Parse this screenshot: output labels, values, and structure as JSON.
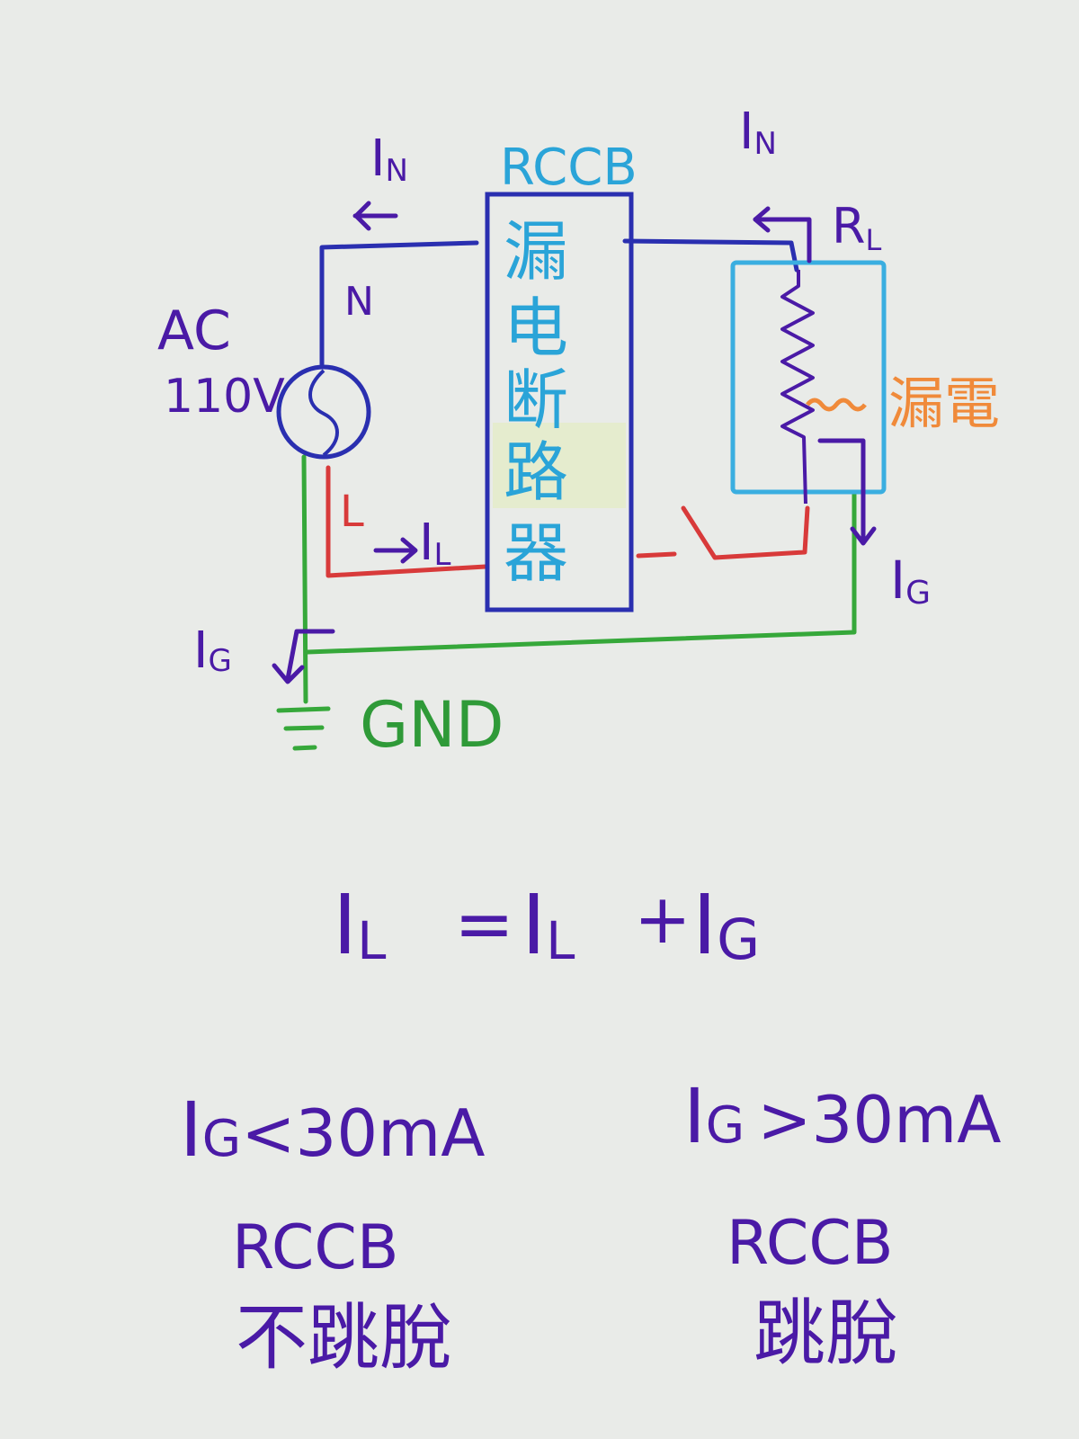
{
  "labels": {
    "rccb_title": "RCCB",
    "rccb_chars": [
      "漏",
      "电",
      "断",
      "路",
      "器"
    ],
    "source_name": "AC",
    "source_voltage": "110V",
    "neutral": "N",
    "line": "L",
    "load": "R",
    "load_sub": "L",
    "leak": "漏電",
    "gnd": "GND",
    "current_main": "I",
    "sub_n": "N",
    "sub_l": "L",
    "sub_g": "G"
  },
  "equation": {
    "lhs_main": "I",
    "lhs_sub": "L",
    "eq": "=",
    "rhs1_main": "I",
    "rhs1_sub": "L",
    "plus": "+",
    "rhs2_main": "I",
    "rhs2_sub": "G"
  },
  "conditions": [
    {
      "main": "I",
      "sub": "G",
      "compare": "<30mA",
      "device": "RCCB",
      "result": "不跳脫"
    },
    {
      "main": "I",
      "sub": "G",
      "compare": ">30mA",
      "device": "RCCB",
      "result": "跳脫"
    }
  ],
  "colors": {
    "neutral_wire": "#2a2fb0",
    "line_wire": "#d83a3a",
    "ground_wire": "#36a83a",
    "handwriting": "#4a1aa6",
    "rccb_text": "#2aa4d8",
    "leak_text": "#f08a3a"
  }
}
